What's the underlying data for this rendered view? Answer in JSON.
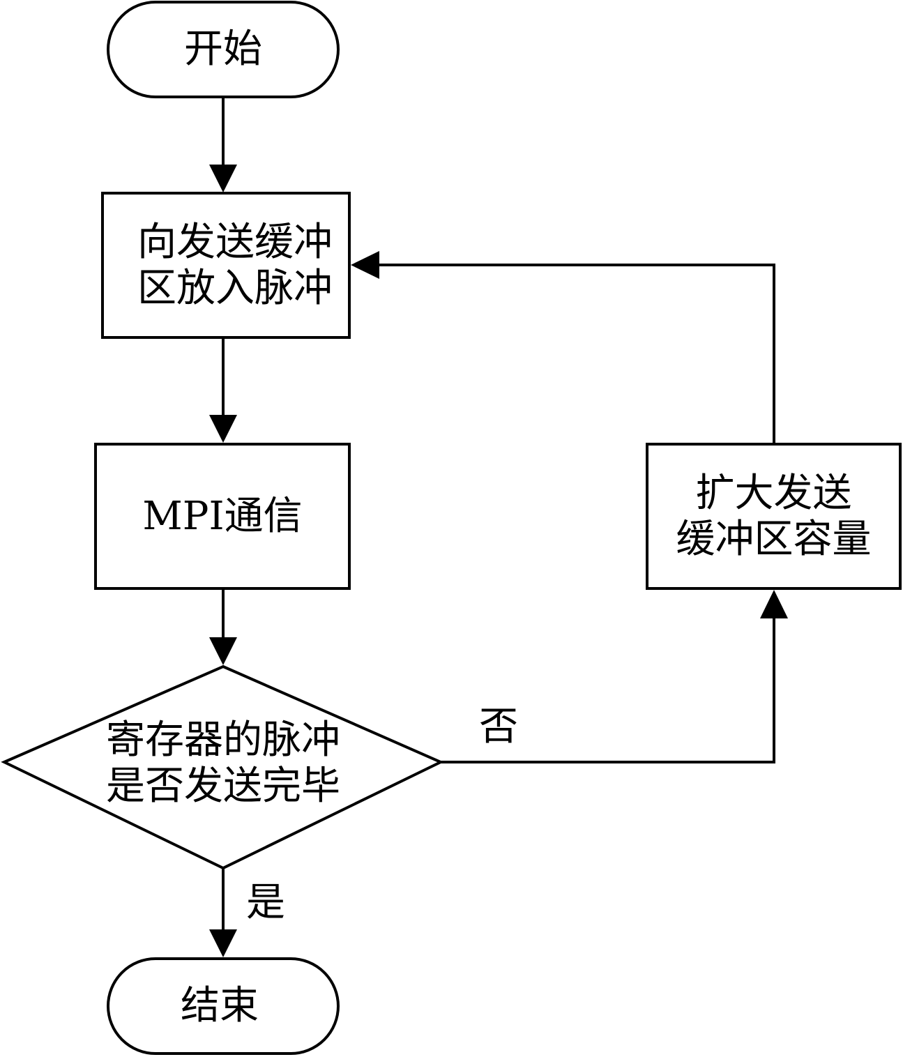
{
  "nodes": {
    "start": {
      "lines": [
        "开始"
      ]
    },
    "put_pulse": {
      "lines": [
        "向发送缓冲",
        "区放入脉冲"
      ]
    },
    "mpi": {
      "lines": [
        "MPI通信"
      ]
    },
    "decision": {
      "lines": [
        "寄存器的脉冲",
        "是否发送完毕"
      ]
    },
    "expand": {
      "lines": [
        "扩大发送",
        "缓冲区容量"
      ]
    },
    "end": {
      "lines": [
        "结束"
      ]
    }
  },
  "edges": {
    "no_label": "否",
    "yes_label": "是"
  }
}
